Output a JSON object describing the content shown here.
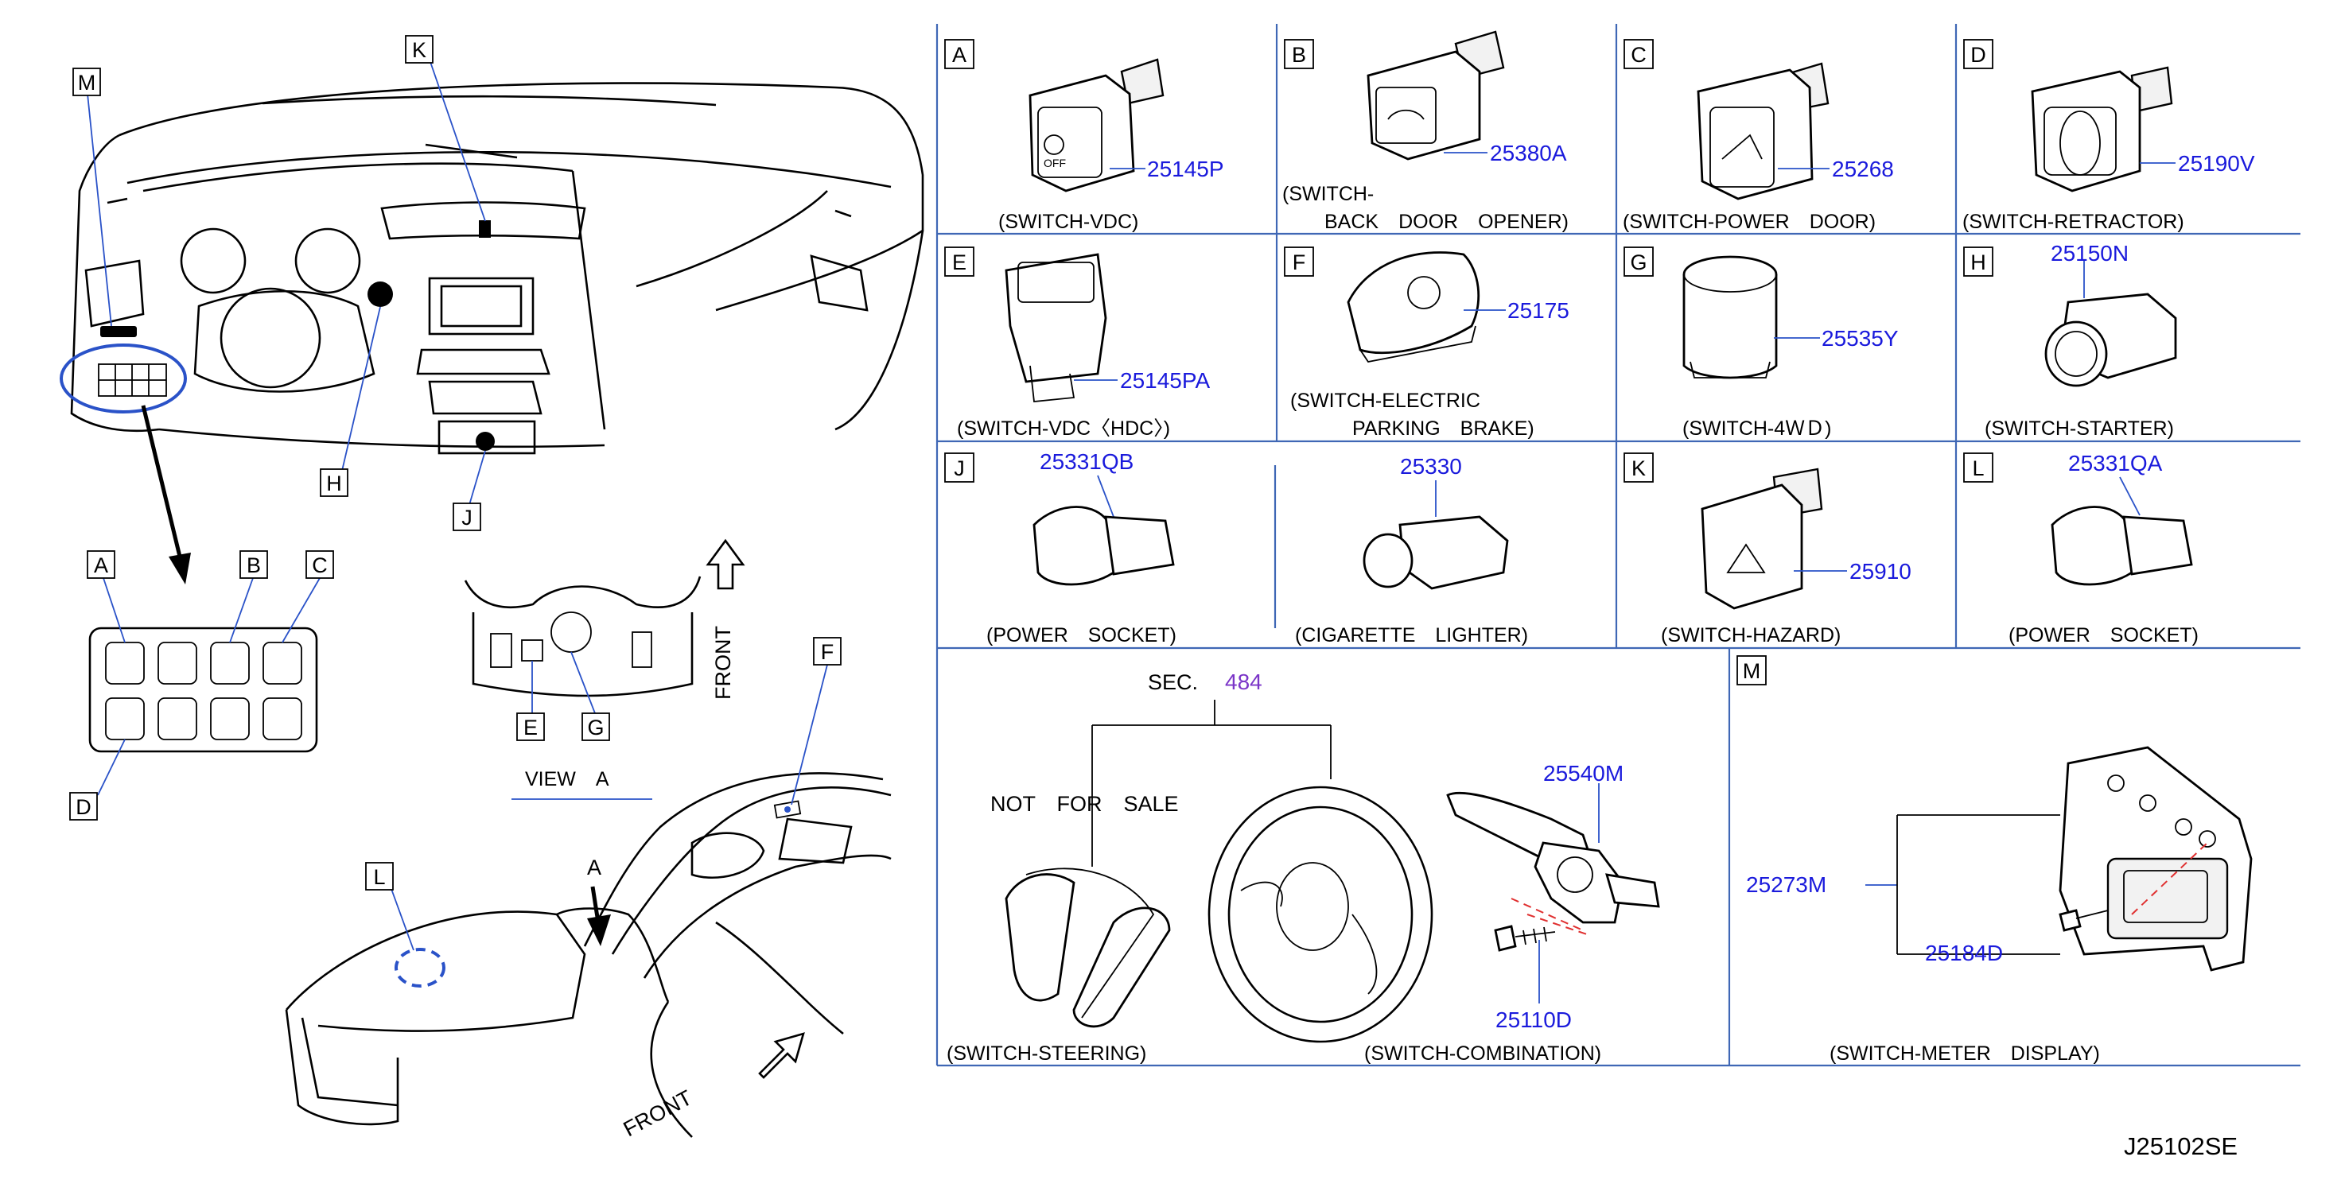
{
  "diagram": {
    "overview_callouts": [
      "M",
      "K",
      "H",
      "J",
      "A",
      "B",
      "C",
      "D",
      "E",
      "G",
      "F",
      "L"
    ],
    "view_label": "VIEW　A",
    "view_arrow_label": "A",
    "front_label_upper": "FRONT",
    "front_label_lower": "FRONT",
    "drawing_code": "J25102SE"
  },
  "cells": {
    "A": {
      "letter": "A",
      "part": "25145P",
      "caption": "(SWITCH-VDC)"
    },
    "B": {
      "letter": "B",
      "part": "25380A",
      "caption_line1": "(SWITCH-",
      "caption_line2": "BACK　DOOR　OPENER)"
    },
    "C": {
      "letter": "C",
      "part": "25268",
      "caption": "(SWITCH-POWER　DOOR)"
    },
    "D": {
      "letter": "D",
      "part": "25190V",
      "caption": "(SWITCH-RETRACTOR)"
    },
    "E": {
      "letter": "E",
      "part": "25145PA",
      "caption": "(SWITCH-VDC〈HDC〉)"
    },
    "F": {
      "letter": "F",
      "part": "25175",
      "caption_line1": "(SWITCH-ELECTRIC",
      "caption_line2": "PARKING　BRAKE)"
    },
    "G": {
      "letter": "G",
      "part": "25535Y",
      "caption": "(SWITCH-4ＷＤ)"
    },
    "H": {
      "letter": "H",
      "part": "25150N",
      "caption": "(SWITCH-STARTER)"
    },
    "J": {
      "letter": "J",
      "part": "25331QB",
      "caption": "(POWER　SOCKET)",
      "part2": "25330",
      "caption2": "(CIGARETTE　LIGHTER)"
    },
    "K": {
      "letter": "K",
      "part": "25910",
      "caption": "(SWITCH-HAZARD)"
    },
    "L": {
      "letter": "L",
      "part": "25331QA",
      "caption": "(POWER　SOCKET)"
    },
    "steering": {
      "sec_prefix": "SEC.",
      "sec_number": "484",
      "note": "NOT　FOR　SALE",
      "caption_steering": "(SWITCH-STEERING)",
      "caption_combination": "(SWITCH-COMBINATION)",
      "part_combination": "25540M",
      "part_screw": "25110D"
    },
    "M": {
      "letter": "M",
      "part_assy": "25273M",
      "part_screw": "25184D",
      "caption": "(SWITCH-METER　DISPLAY)"
    }
  }
}
